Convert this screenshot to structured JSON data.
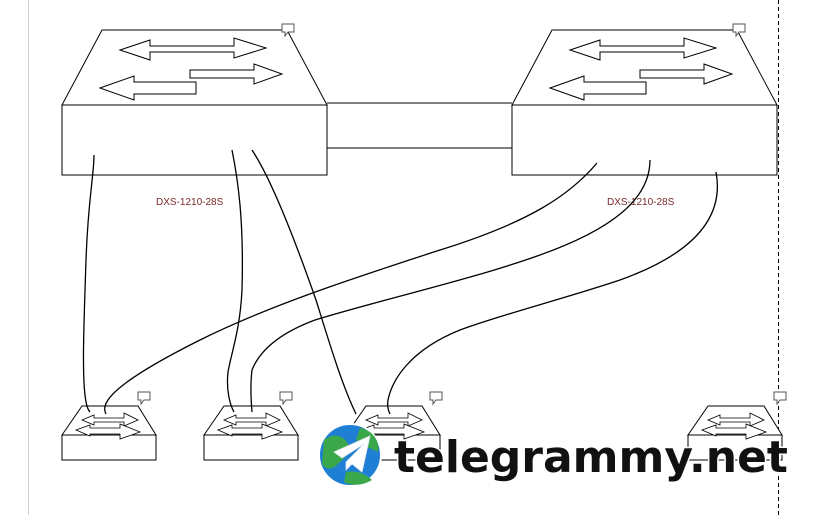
{
  "diagram": {
    "switch_labels": [
      "DXS-1210-28S",
      "DXS-1210-28S"
    ],
    "watermark": "telegrammy.net",
    "icons": {
      "comment": "comment-icon",
      "switch_arrows": "switch-arrows-icon",
      "watermark_logo": "telegram-globe-icon"
    },
    "colors": {
      "line": "#000000",
      "label": "#7a2a2a",
      "page_border": "#cfcfcf",
      "globe_blue": "#1e7fd4",
      "globe_green": "#3aa84a"
    }
  }
}
